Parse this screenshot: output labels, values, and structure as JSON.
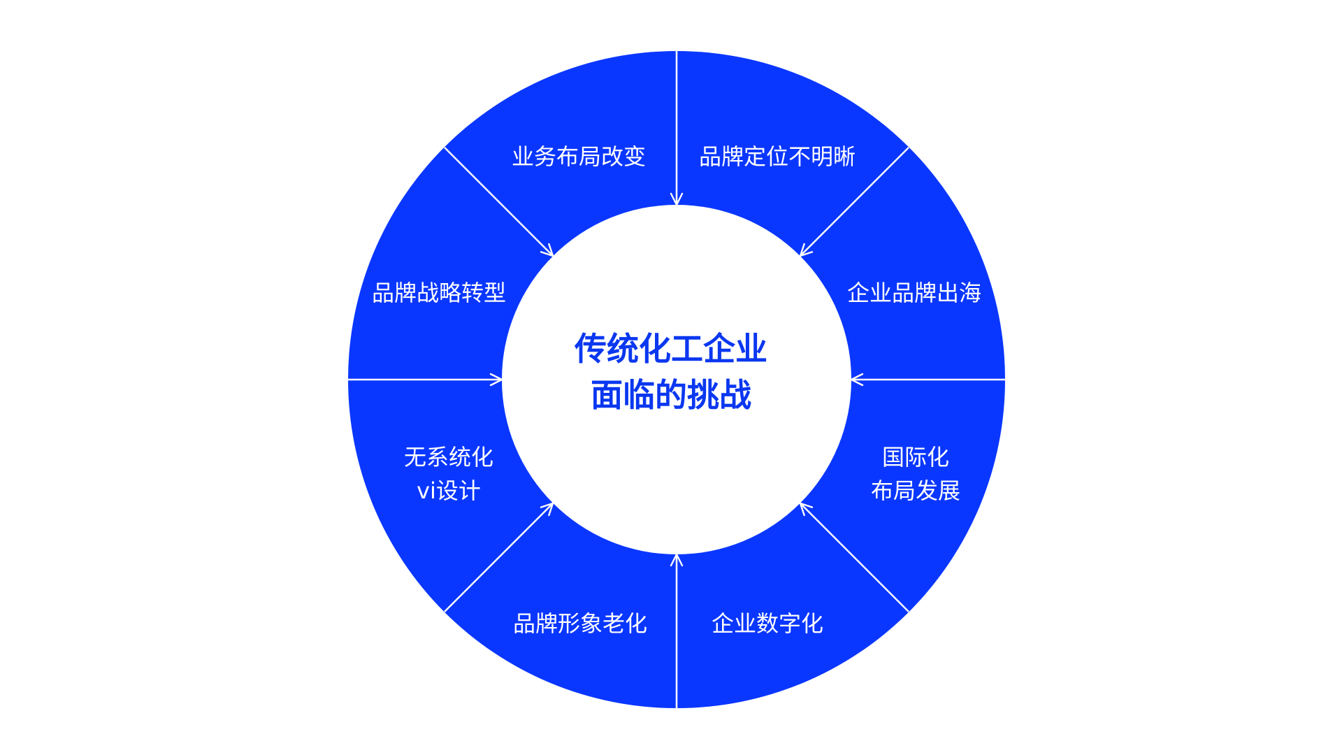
{
  "colors": {
    "ring": "#0a37ff",
    "divider": "#ffffff",
    "center_bg": "#ffffff",
    "center_text": "#0a37f0",
    "label_text": "#ffffff"
  },
  "center": {
    "line1": "传统化工企业",
    "line2": "面临的挑战"
  },
  "segments": [
    {
      "line1": "业务布局改变",
      "line2": ""
    },
    {
      "line1": "品牌定位不明晰",
      "line2": ""
    },
    {
      "line1": "品牌战略转型",
      "line2": ""
    },
    {
      "line1": "企业品牌出海",
      "line2": ""
    },
    {
      "line1": "无系统化",
      "line2": "vi设计"
    },
    {
      "line1": "国际化",
      "line2": "布局发展"
    },
    {
      "line1": "品牌形象老化",
      "line2": ""
    },
    {
      "line1": "企业数字化",
      "line2": ""
    }
  ]
}
